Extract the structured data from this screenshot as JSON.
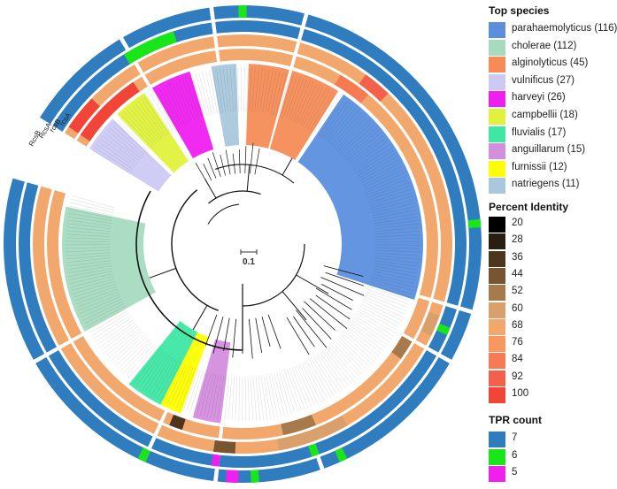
{
  "figure": {
    "ring_labels": [
      "RcsB",
      "RcsA",
      "rcsB",
      "rcsA"
    ],
    "scale_bar": "0.1"
  },
  "legend": {
    "species": {
      "title": "Top species",
      "items": [
        {
          "label": "parahaemolyticus (116)",
          "color": "#5b8fde"
        },
        {
          "label": "cholerae (112)",
          "color": "#a6dbc0"
        },
        {
          "label": "alginolyticus (45)",
          "color": "#f58c57"
        },
        {
          "label": "vulnificus (27)",
          "color": "#ccc9f4"
        },
        {
          "label": "harveyi (26)",
          "color": "#f01ff0"
        },
        {
          "label": "campbellii (18)",
          "color": "#e0f23c"
        },
        {
          "label": "fluvialis (17)",
          "color": "#3ee7a3"
        },
        {
          "label": "anguillarum (15)",
          "color": "#d48ede"
        },
        {
          "label": "furnissii (12)",
          "color": "#ffff00"
        },
        {
          "label": "natriegens (11)",
          "color": "#a9c8dd"
        }
      ]
    },
    "identity": {
      "title": "Percent Identity",
      "items": [
        {
          "label": "20",
          "color": "#000000"
        },
        {
          "label": "28",
          "color": "#2a1e13"
        },
        {
          "label": "36",
          "color": "#4d3520"
        },
        {
          "label": "44",
          "color": "#785430"
        },
        {
          "label": "52",
          "color": "#a77a4b"
        },
        {
          "label": "60",
          "color": "#d9a06b"
        },
        {
          "label": "68",
          "color": "#f2a86c"
        },
        {
          "label": "76",
          "color": "#f89860"
        },
        {
          "label": "84",
          "color": "#f77a52"
        },
        {
          "label": "92",
          "color": "#f5604a"
        },
        {
          "label": "100",
          "color": "#f24538"
        }
      ]
    },
    "tpr": {
      "title": "TPR count",
      "items": [
        {
          "label": "7",
          "color": "#2f7dbf"
        },
        {
          "label": "6",
          "color": "#19e619"
        },
        {
          "label": "5",
          "color": "#f01ff0"
        }
      ]
    }
  }
}
